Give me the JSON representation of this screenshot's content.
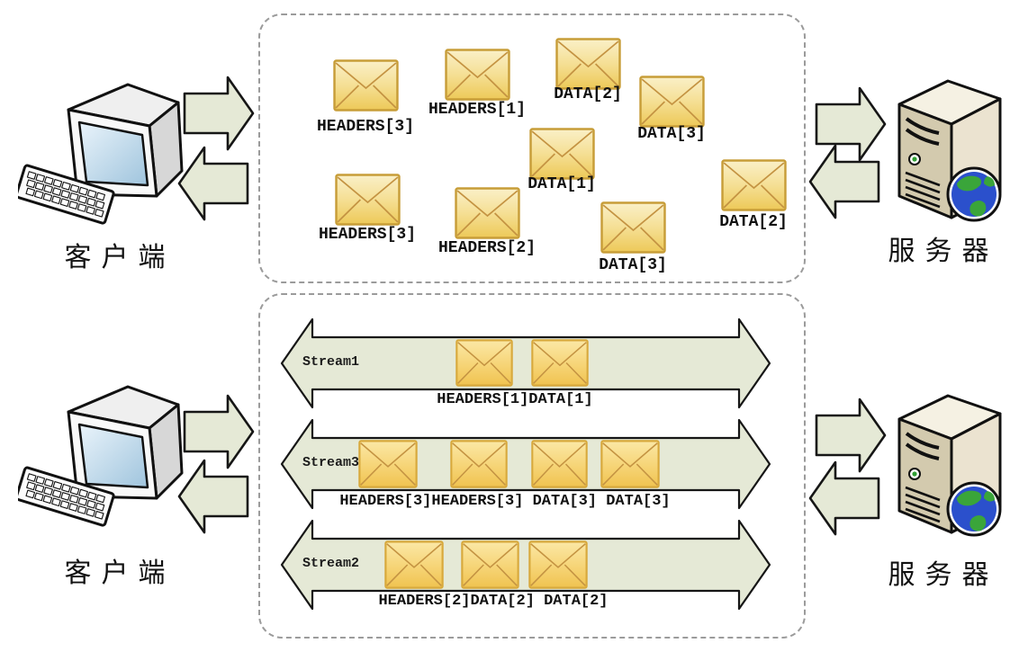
{
  "diagram": {
    "title_semantic": "HTTP/2 frames and streams between client and server",
    "top_panel": {
      "client_label": "客户端",
      "server_label": "服务器",
      "frames": [
        {
          "label": "HEADERS[3]"
        },
        {
          "label": "HEADERS[1]"
        },
        {
          "label": "DATA[2]"
        },
        {
          "label": "DATA[3]"
        },
        {
          "label": "DATA[1]"
        },
        {
          "label": "HEADERS[3]"
        },
        {
          "label": "HEADERS[2]"
        },
        {
          "label": "DATA[3]"
        },
        {
          "label": "DATA[2]"
        }
      ]
    },
    "bottom_panel": {
      "client_label": "客户端",
      "server_label": "服务器",
      "streams": [
        {
          "name": "Stream1",
          "caption": "HEADERS[1]DATA[1]",
          "frame_count": 2
        },
        {
          "name": "Stream3",
          "caption": "HEADERS[3]HEADERS[3] DATA[3] DATA[3]",
          "frame_count": 4
        },
        {
          "name": "Stream2",
          "caption": "HEADERS[2]DATA[2] DATA[2]",
          "frame_count": 3
        }
      ]
    },
    "colors": {
      "arrow_fill": "#e5e9d6",
      "outline": "#161616",
      "envelope_top": "#faf0c8",
      "envelope_bottom": "#edc958",
      "envelope_border": "#c79d38",
      "envelope_border_stream": "#d8a93c",
      "dashed_border": "#9b9b9b",
      "globe_ocean": "#2b50cc",
      "globe_land": "#3aa53a"
    }
  }
}
